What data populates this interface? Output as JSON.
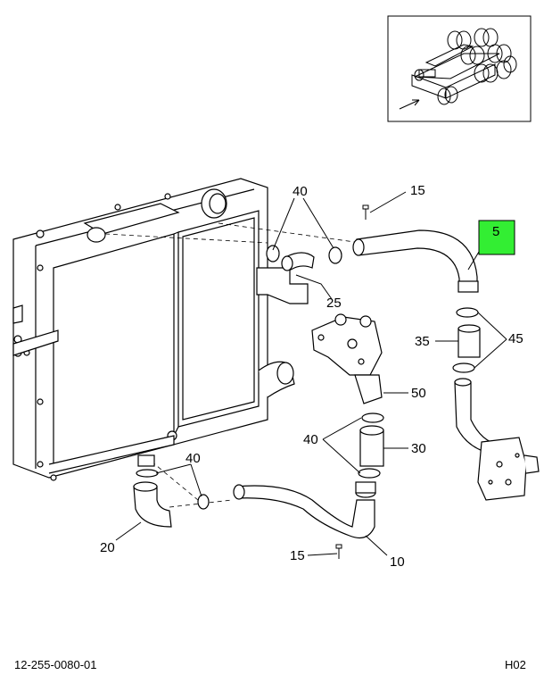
{
  "diagram": {
    "callouts": {
      "c5": "5",
      "c15a": "15",
      "c40a": "40",
      "c25": "25",
      "c35": "35",
      "c45": "45",
      "c50": "50",
      "c40b": "40",
      "c30": "30",
      "c40c": "40",
      "c20": "20",
      "c15b": "15",
      "c10": "10"
    },
    "highlight_color": "#33ee33",
    "line_color": "#000000",
    "part_fill": "#ffffff"
  },
  "footer": {
    "drawing_number": "12-255-0080-01",
    "sheet_code": "H02"
  }
}
